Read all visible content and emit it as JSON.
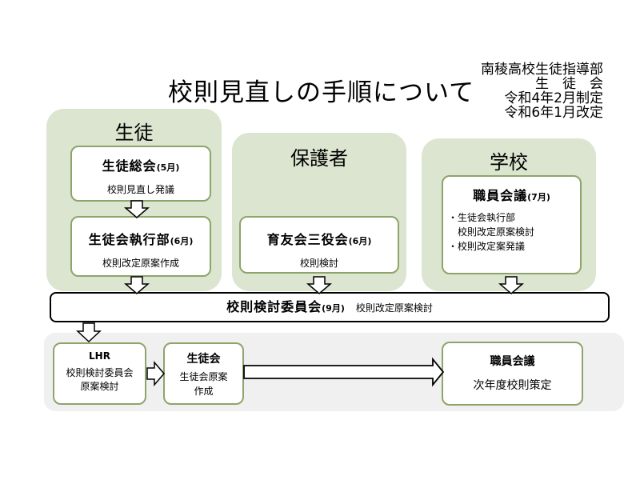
{
  "title": "校則見直しの手順について",
  "org": {
    "lines": [
      "南稜高校生徒指導部",
      "生　徒　会",
      "令和4年2月制定",
      "令和6年1月改定"
    ]
  },
  "colors": {
    "panel_green": "#dbe5cf",
    "box_border": "#8da56a",
    "bottom_panel": "#f0f0f0"
  },
  "panels": {
    "students": {
      "label": "生徒",
      "box1": {
        "title": "生徒総会",
        "month": "(5月)",
        "desc": "校則見直し発議"
      },
      "box2": {
        "title": "生徒会執行部",
        "month": "(6月)",
        "desc": "校則改定原案作成"
      }
    },
    "parents": {
      "label": "保護者",
      "box1": {
        "title": "育友会三役会",
        "month": "(6月)",
        "desc": "校則検討"
      }
    },
    "school": {
      "label": "学校",
      "box1": {
        "title": "職員会議",
        "month": "(7月)",
        "items": [
          "・生徒会執行部",
          "　校則改定原案検討",
          "・校則改定案発議"
        ]
      }
    }
  },
  "committee": {
    "title": "校則検討委員会",
    "month": "(9月)",
    "desc": "校則改定原案検討"
  },
  "bottom": {
    "lhr": {
      "title": "LHR",
      "line1": "校則検討委員会",
      "line2": "原案検討"
    },
    "council": {
      "title": "生徒会",
      "line1": "生徒会原案",
      "line2": "作成"
    },
    "staff": {
      "title": "職員会議",
      "line1": "次年度校則策定"
    }
  }
}
